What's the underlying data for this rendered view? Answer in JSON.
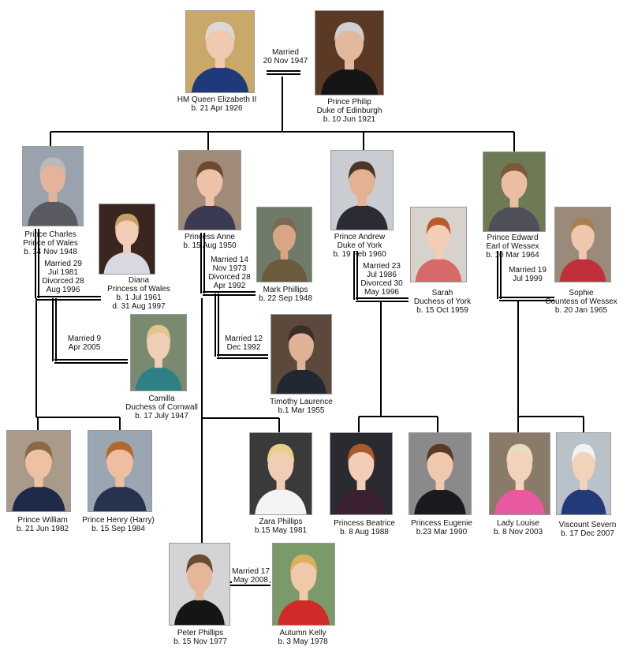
{
  "palette": {
    "line": "#000000",
    "background": "#ffffff"
  },
  "people": {
    "elizabeth": {
      "lines": [
        "HM Queen Elizabeth II",
        "b. 21 Apr 1926"
      ],
      "bg": "#c9a86a",
      "skin": "#f0c9b0",
      "hair": "#d8d8d8",
      "top": "#1f3a7a"
    },
    "philip": {
      "lines": [
        "Prince Philip",
        "Duke of Edinburgh",
        "b. 10 Jun 1921"
      ],
      "bg": "#5a3a24",
      "skin": "#e2b99b",
      "hair": "#cfcfcf",
      "top": "#151515"
    },
    "charles": {
      "lines": [
        "Prince Charles",
        "Prince of Wales",
        "b. 14 Nov 1948"
      ],
      "bg": "#9aa3ad",
      "skin": "#e3b49a",
      "hair": "#b9b9b9",
      "top": "#5a5a62"
    },
    "diana": {
      "lines": [
        "Diana",
        "Princess of Wales",
        "b. 1 Jul 1961",
        "d. 31 Aug 1997"
      ],
      "bg": "#3a2620",
      "skin": "#f1cdb8",
      "hair": "#c7a066",
      "top": "#d8d8e0"
    },
    "camilla": {
      "lines": [
        "Camilla",
        "Duchess of Cornwall",
        "b. 17 July 1947"
      ],
      "bg": "#7a8a70",
      "skin": "#f0cdb5",
      "hair": "#e1c58a",
      "top": "#2f7f86"
    },
    "anne": {
      "lines": [
        "Princess Anne",
        "b. 15 Aug 1950"
      ],
      "bg": "#a08a78",
      "skin": "#eec2a8",
      "hair": "#6b4a2e",
      "top": "#3a3a52"
    },
    "mark": {
      "lines": [
        "Mark Phillips",
        "b. 22 Sep 1948"
      ],
      "bg": "#6f7a68",
      "skin": "#d9a685",
      "hair": "#7a6a52",
      "top": "#6b5a3c"
    },
    "tim": {
      "lines": [
        "Timothy Laurence",
        "b.1 Mar 1955"
      ],
      "bg": "#5b4a3c",
      "skin": "#e0b295",
      "hair": "#3a2e26",
      "top": "#222831"
    },
    "andrew": {
      "lines": [
        "Prince Andrew",
        "Duke of York",
        "b. 19 Feb 1960"
      ],
      "bg": "#c9cdd2",
      "skin": "#e4b292",
      "hair": "#4a3626",
      "top": "#2b2b33"
    },
    "sarah": {
      "lines": [
        "Sarah",
        "Duchess of York",
        "b. 15 Oct 1959"
      ],
      "bg": "#d8d2cc",
      "skin": "#f3cdb4",
      "hair": "#b85a2a",
      "top": "#d66a6a"
    },
    "edward": {
      "lines": [
        "Prince Edward",
        "Earl of Wessex",
        "b. 10 Mar 1964"
      ],
      "bg": "#6d7a55",
      "skin": "#e9bea2",
      "hair": "#7a5a3a",
      "top": "#4f4f5a"
    },
    "sophie": {
      "lines": [
        "Sophie",
        "Countess of Wessex",
        "b. 20 Jan 1965"
      ],
      "bg": "#9a8a7a",
      "skin": "#efc7ac",
      "hair": "#a8804c",
      "top": "#c0303a"
    },
    "william": {
      "lines": [
        "Prince William",
        "b. 21 Jun 1982"
      ],
      "bg": "#a99a8a",
      "skin": "#efc1a4",
      "hair": "#8a6a42",
      "top": "#1e2a4a"
    },
    "harry": {
      "lines": [
        "Prince Henry (Harry)",
        "b. 15 Sep 1984"
      ],
      "bg": "#9aa6b2",
      "skin": "#efbea0",
      "hair": "#b4682e",
      "top": "#27324f"
    },
    "zara": {
      "lines": [
        "Zara Phillips",
        "b.15 May 1981"
      ],
      "bg": "#3a3a3a",
      "skin": "#f2cdb6",
      "hair": "#e8d08a",
      "top": "#f4f4f4"
    },
    "beatrice": {
      "lines": [
        "Princess Beatrice",
        "b. 8 Aug 1988"
      ],
      "bg": "#2a2a30",
      "skin": "#f3cdb6",
      "hair": "#a85a2a",
      "top": "#3a2030"
    },
    "eugenie": {
      "lines": [
        "Princess Eugenie",
        "b.23 Mar 1990"
      ],
      "bg": "#8a8a8a",
      "skin": "#f0c8ae",
      "hair": "#5a3a26",
      "top": "#1a1a1f"
    },
    "louise": {
      "lines": [
        "Lady Louise",
        "b. 8 Nov 2003"
      ],
      "bg": "#8a7a6a",
      "skin": "#f3d2bc",
      "hair": "#e8dcc0",
      "top": "#e85aa0"
    },
    "severn": {
      "lines": [
        "Viscount Severn",
        "b. 17 Dec 2007"
      ],
      "bg": "#b8c2c8",
      "skin": "#f3d2bc",
      "hair": "#f2f2f2",
      "top": "#223a7a"
    },
    "peter": {
      "lines": [
        "Peter Phillips",
        "b. 15 Nov 1977"
      ],
      "bg": "#d4d4d4",
      "skin": "#e6b69a",
      "hair": "#6a4a30",
      "top": "#151515"
    },
    "autumn": {
      "lines": [
        "Autumn Kelly",
        "b. 3 May 1978"
      ],
      "bg": "#7a9a6a",
      "skin": "#f0c8aa",
      "hair": "#d8b060",
      "top": "#d02a2a"
    }
  },
  "marriages": {
    "queen_philip": {
      "lines": [
        "Married",
        "20 Nov 1947"
      ]
    },
    "charles_diana": {
      "lines": [
        "Married 29",
        "Jul 1981",
        "Divorced 28",
        "Aug 1996"
      ]
    },
    "charles_camilla": {
      "lines": [
        "Married 9",
        "Apr 2005"
      ]
    },
    "anne_mark": {
      "lines": [
        "Married 14",
        "Nov 1973",
        "Divorced 28",
        "Apr 1992"
      ]
    },
    "anne_tim": {
      "lines": [
        "Married 12",
        "Dec 1992"
      ]
    },
    "andrew_sarah": {
      "lines": [
        "Married 23",
        "Jul 1986",
        "Divorced 30",
        "May 1996"
      ]
    },
    "edward_sophie": {
      "lines": [
        "Married 19",
        "Jul 1999"
      ]
    },
    "peter_autumn": {
      "lines": [
        "Married 17",
        "May 2008"
      ]
    }
  }
}
